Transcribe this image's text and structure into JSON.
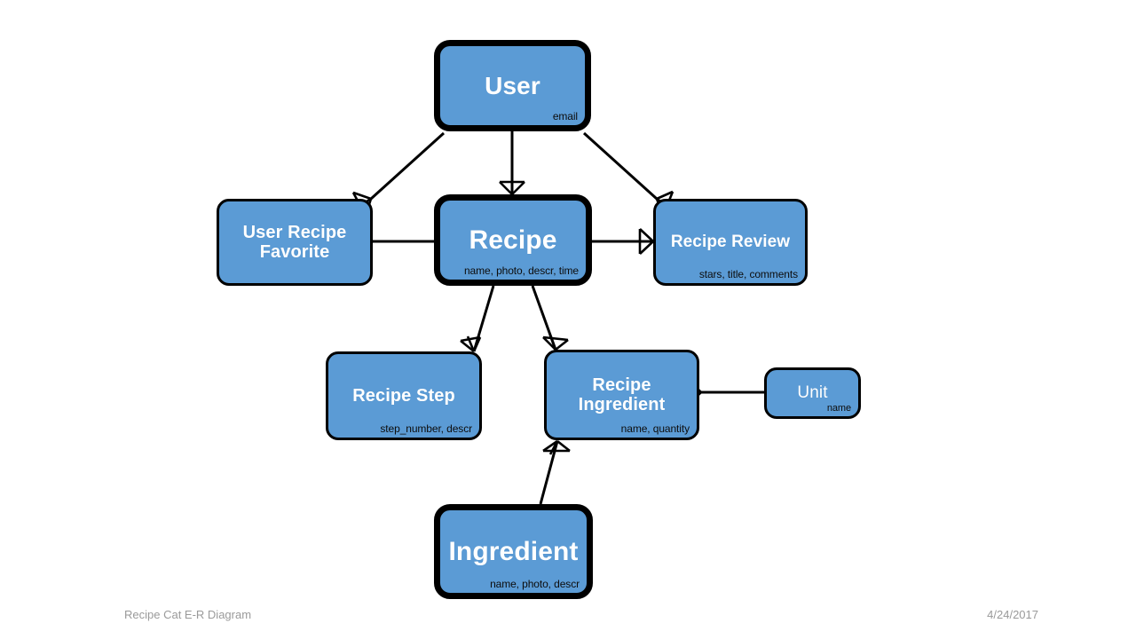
{
  "slide": {
    "title": "Recipe Cat E-R Diagram",
    "date": "4/24/2017",
    "accent_color": "#5B9BD5",
    "outline_color": "#000000",
    "background_color": "#FFFFFF"
  },
  "entities": {
    "user": {
      "name": "User",
      "attrs": "email"
    },
    "favorite": {
      "name": "User Recipe\nFavorite",
      "line1": "User Recipe",
      "line2": "Favorite",
      "attrs": ""
    },
    "recipe": {
      "name": "Recipe",
      "attrs": "name, photo, descr, time"
    },
    "review": {
      "name": "Recipe Review",
      "attrs": "stars, title, comments"
    },
    "step": {
      "name": "Recipe Step",
      "attrs": "step_number,  descr"
    },
    "ringredient": {
      "line1": "Recipe",
      "line2": "Ingredient",
      "name": "Recipe Ingredient",
      "attrs": "name, quantity"
    },
    "unit": {
      "name": "Unit",
      "attrs": "name"
    },
    "ingredient": {
      "name": "Ingredient",
      "attrs": "name, photo, descr"
    }
  },
  "relationships": [
    {
      "from": "user",
      "to": "favorite",
      "cardinality": "one-to-many",
      "crowfoot_at": "favorite"
    },
    {
      "from": "user",
      "to": "recipe",
      "cardinality": "one-to-many",
      "crowfoot_at": "recipe"
    },
    {
      "from": "user",
      "to": "review",
      "cardinality": "one-to-many",
      "crowfoot_at": "review"
    },
    {
      "from": "recipe",
      "to": "favorite",
      "cardinality": "one-to-many",
      "crowfoot_at": "favorite"
    },
    {
      "from": "recipe",
      "to": "review",
      "cardinality": "one-to-many",
      "crowfoot_at": "review"
    },
    {
      "from": "recipe",
      "to": "step",
      "cardinality": "one-to-many",
      "crowfoot_at": "step"
    },
    {
      "from": "recipe",
      "to": "ringredient",
      "cardinality": "one-to-many",
      "crowfoot_at": "ringredient"
    },
    {
      "from": "ingredient",
      "to": "ringredient",
      "cardinality": "one-to-many",
      "crowfoot_at": "ringredient"
    },
    {
      "from": "unit",
      "to": "ringredient",
      "cardinality": "one-to-many",
      "crowfoot_at": "ringredient"
    }
  ]
}
